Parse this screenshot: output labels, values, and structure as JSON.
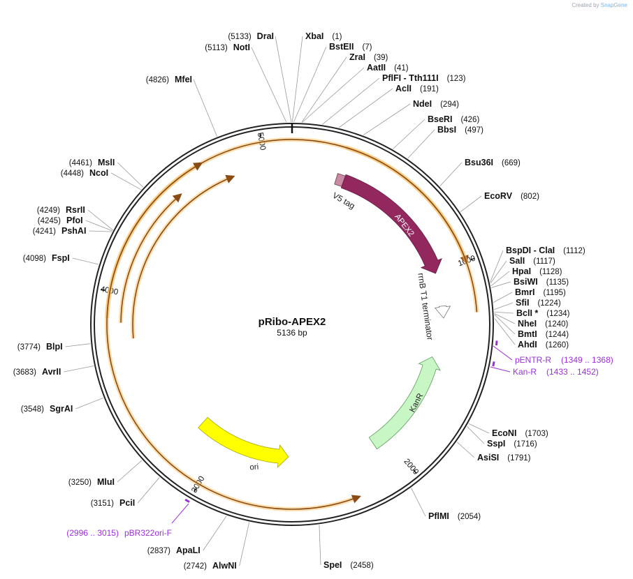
{
  "brand": {
    "created_by": "Created by",
    "product": "SnapGene"
  },
  "plasmid": {
    "name": "pRibo-APEX2",
    "length_label": "5136 bp",
    "length": 5136
  },
  "ticks": [
    {
      "pos": 1000,
      "label": "1000"
    },
    {
      "pos": 2000,
      "label": "2000"
    },
    {
      "pos": 3000,
      "label": "3000"
    },
    {
      "pos": 4000,
      "label": "4000"
    },
    {
      "pos": 5000,
      "label": "5000"
    }
  ],
  "enzymes": [
    {
      "name": "XbaI",
      "pos_label": "(1)",
      "pos": 1
    },
    {
      "name": "BstEII",
      "pos_label": "(7)",
      "pos": 7
    },
    {
      "name": "ZraI",
      "pos_label": "(39)",
      "pos": 39
    },
    {
      "name": "AatII",
      "pos_label": "(41)",
      "pos": 41
    },
    {
      "name": "PflFI  -  Tth111I",
      "pos_label": "(123)",
      "pos": 123
    },
    {
      "name": "AclI",
      "pos_label": "(191)",
      "pos": 191
    },
    {
      "name": "NdeI",
      "pos_label": "(294)",
      "pos": 294
    },
    {
      "name": "BseRI",
      "pos_label": "(426)",
      "pos": 426
    },
    {
      "name": "BbsI",
      "pos_label": "(497)",
      "pos": 497
    },
    {
      "name": "Bsu36I",
      "pos_label": "(669)",
      "pos": 669
    },
    {
      "name": "EcoRV",
      "pos_label": "(802)",
      "pos": 802
    },
    {
      "name": "BspDI  -  ClaI",
      "pos_label": "(1112)",
      "pos": 1112
    },
    {
      "name": "SalI",
      "pos_label": "(1117)",
      "pos": 1117
    },
    {
      "name": "HpaI",
      "pos_label": "(1128)",
      "pos": 1128
    },
    {
      "name": "BsiWI",
      "pos_label": "(1135)",
      "pos": 1135
    },
    {
      "name": "BmrI",
      "pos_label": "(1195)",
      "pos": 1195
    },
    {
      "name": "SfiI",
      "pos_label": "(1224)",
      "pos": 1224
    },
    {
      "name": "BclI *",
      "pos_label": "(1234)",
      "pos": 1234
    },
    {
      "name": "NheI",
      "pos_label": "(1240)",
      "pos": 1240
    },
    {
      "name": "BmtI",
      "pos_label": "(1244)",
      "pos": 1244
    },
    {
      "name": "AhdI",
      "pos_label": "(1260)",
      "pos": 1260
    },
    {
      "name": "EcoNI",
      "pos_label": "(1703)",
      "pos": 1703
    },
    {
      "name": "SspI",
      "pos_label": "(1716)",
      "pos": 1716
    },
    {
      "name": "AsiSI",
      "pos_label": "(1791)",
      "pos": 1791
    },
    {
      "name": "PflMI",
      "pos_label": "(2054)",
      "pos": 2054
    },
    {
      "name": "SpeI",
      "pos_label": "(2458)",
      "pos": 2458
    },
    {
      "name": "AlwNI",
      "pos_label": "(2742)",
      "pos": 2742
    },
    {
      "name": "ApaLI",
      "pos_label": "(2837)",
      "pos": 2837
    },
    {
      "name": "PciI",
      "pos_label": "(3151)",
      "pos": 3151
    },
    {
      "name": "MluI",
      "pos_label": "(3250)",
      "pos": 3250
    },
    {
      "name": "SgrAI",
      "pos_label": "(3548)",
      "pos": 3548
    },
    {
      "name": "AvrII",
      "pos_label": "(3683)",
      "pos": 3683
    },
    {
      "name": "BlpI",
      "pos_label": "(3774)",
      "pos": 3774
    },
    {
      "name": "FspI",
      "pos_label": "(4098)",
      "pos": 4098
    },
    {
      "name": "PshAI",
      "pos_label": "(4241)",
      "pos": 4241
    },
    {
      "name": "PfoI",
      "pos_label": "(4245)",
      "pos": 4245
    },
    {
      "name": "RsrII",
      "pos_label": "(4249)",
      "pos": 4249
    },
    {
      "name": "NcoI",
      "pos_label": "(4448)",
      "pos": 4448
    },
    {
      "name": "MslI",
      "pos_label": "(4461)",
      "pos": 4461
    },
    {
      "name": "MfeI",
      "pos_label": "(4826)",
      "pos": 4826
    },
    {
      "name": "NotI",
      "pos_label": "(5113)",
      "pos": 5113
    },
    {
      "name": "DraI",
      "pos_label": "(5133)",
      "pos": 5133
    }
  ],
  "primers": [
    {
      "name": "pENTR-R",
      "range": "(1349 .. 1368)",
      "start": 1349,
      "end": 1368
    },
    {
      "name": "Kan-R",
      "range": "(1433 .. 1452)",
      "start": 1433,
      "end": 1452
    },
    {
      "name": "pBR322ori-F",
      "range": "(2996 .. 3015)",
      "start": 2996,
      "end": 3015
    }
  ],
  "features": [
    {
      "name": "V5 tag",
      "start": 240,
      "end": 282,
      "color": "#c98ba3"
    },
    {
      "name": "APEX2",
      "start": 282,
      "end": 1005,
      "color": "#93285f"
    },
    {
      "name": "rrnB T1 terminator",
      "start": 1185,
      "end": 1250,
      "color": "#ffffff"
    },
    {
      "name": "KanR",
      "start": 1470,
      "end": 2080,
      "color": "#c8f7c5"
    },
    {
      "name": "ori",
      "start": 2590,
      "end": 3170,
      "color": "#ffff00"
    }
  ],
  "orfs_note": "",
  "colors": {
    "orf": "#f5c26b",
    "backbone": "#222222",
    "primer": "#9b30d9"
  }
}
